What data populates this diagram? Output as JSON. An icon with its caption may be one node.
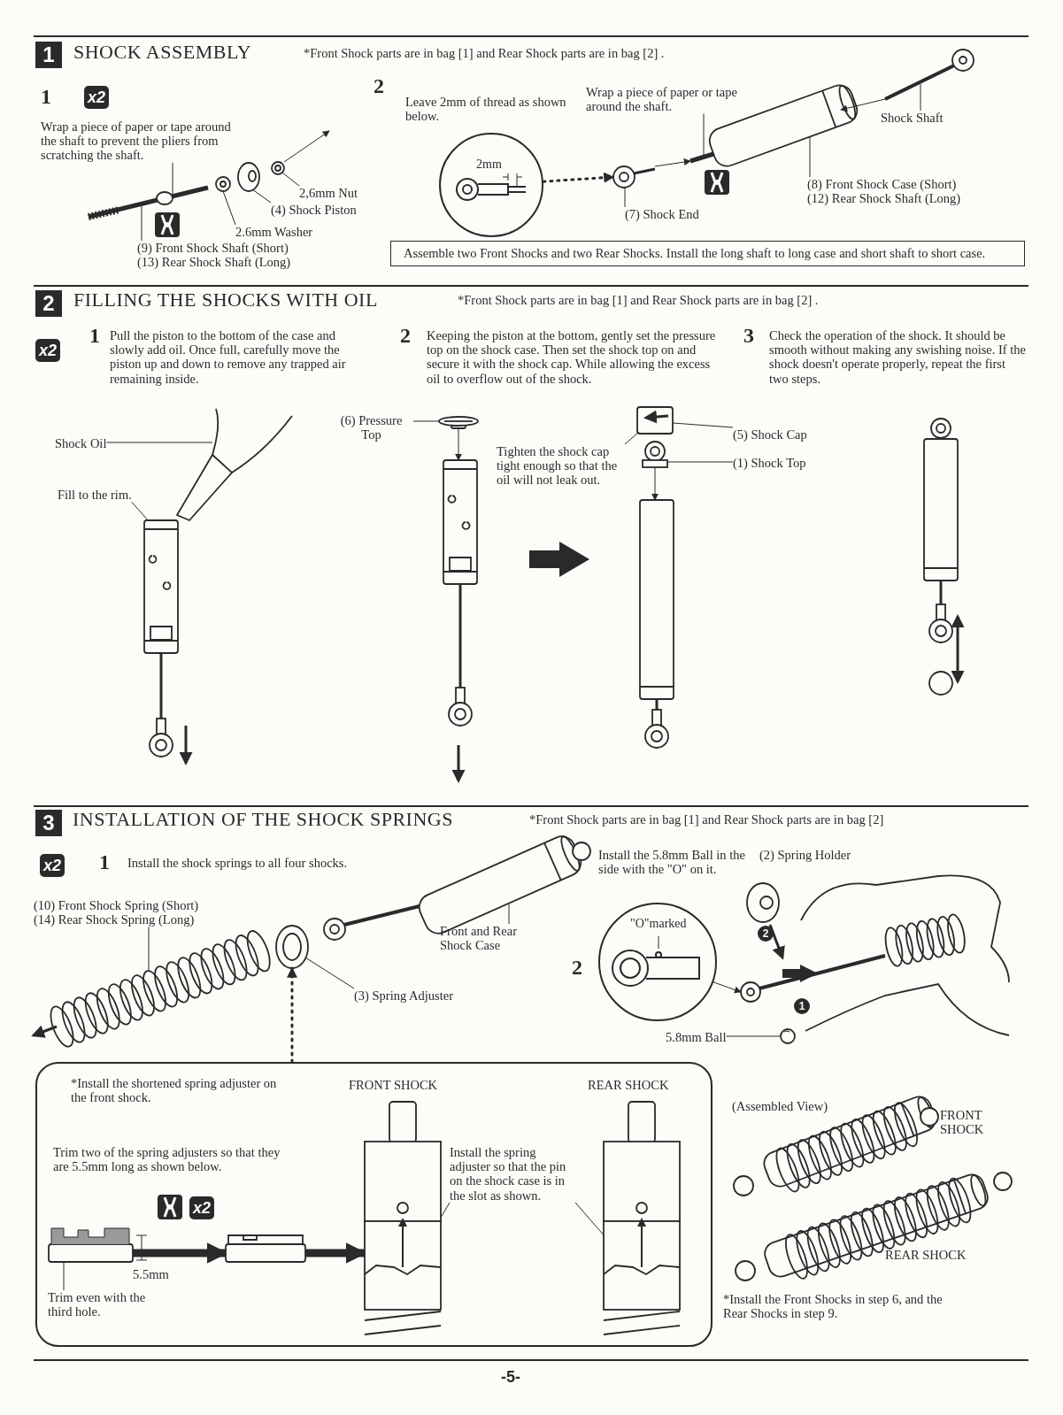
{
  "diagram": {
    "nodes": [
      {
        "text": [
          "1"
        ]
      },
      {
        "text": [
          "x2"
        ]
      },
      {
        "text": [
          "2,6mm Nut"
        ]
      },
      {
        "text": [
          "(4) Shock Piston"
        ]
      },
      {
        "text": [
          "2.6mm Washer"
        ]
      },
      {
        "text": [
          "(9) Front Shock Shaft (Short)",
          "(13) Rear Shock Shaft (Long)"
        ]
      },
      {
        "text": [
          "Wrap a piece of paper or tape around the shaft to prevent the pliers from scratching the shaft."
        ]
      },
      {
        "text": [
          "2mm"
        ]
      },
      {
        "text": [
          "Wrap a piece of paper or tape around the shaft."
        ]
      },
      {
        "text": [
          "Shock Shaft"
        ]
      },
      {
        "text": [
          "(8) Front Shock Case (Short)",
          "(12) Rear Shock Shaft (Long)"
        ]
      },
      {
        "text": [
          "(7) Shock End"
        ]
      },
      {
        "text": [
          "Assemble two Front Shocks and two Rear Shocks. Install the long shaft to long case and short shaft to short case."
        ]
      },
      {
        "text": [
          "2"
        ]
      },
      {
        "text": [
          "x2"
        ]
      },
      {
        "text": [
          "Shock Oil"
        ]
      },
      {
        "text": [
          "Fill to the rim."
        ]
      },
      {
        "text": [
          "(6) Pressure Top"
        ]
      },
      {
        "text": [
          "Tighten the shock cap tight enough so that the oil will not leak out."
        ]
      },
      {
        "text": [
          "(5) Shock Cap"
        ]
      },
      {
        "text": [
          "(1) Shock Top"
        ]
      },
      {
        "text": [
          "3"
        ]
      },
      {
        "text": [
          "x2"
        ]
      },
      {
        "text": [
          "(10) Front Shock Spring (Short)",
          "(14) Rear Shock Spring (Long)"
        ]
      },
      {
        "text": [
          "Front and Rear Shock Case"
        ]
      },
      {
        "text": [
          "(3) Spring Adjuster"
        ]
      },
      {
        "text": [
          "\"O\"marked"
        ]
      },
      {
        "text": [
          "5.8mm Ball"
        ]
      },
      {
        "text": [
          "*Install the shortened spring adjuster on the front shock.",
          "FRONT SHOCK",
          "REAR SHOCK",
          "Trim two of the spring adjusters so that they are 5.5mm long as shown below."
        ]
      },
      {
        "text": [
          "Trim even with the third hole."
        ],
        "in": 28
      },
      {
        "text": [
          "Install the spring adjuster so that the pin on the shock case is in the slot as shown."
        ],
        "in": 28
      },
      {
        "text": [
          "x2"
        ],
        "in": 28
      },
      {
        "text": [],
        "shape": "picture"
      },
      {
        "text": [],
        "shape": "picture"
      },
      {
        "text": [],
        "shape": "picture"
      },
      {
        "text": [],
        "shape": "picture"
      },
      {
        "text": [],
        "shape": "picture"
      },
      {
        "text": [],
        "shape": "picture"
      },
      {
        "text": [],
        "shape": "picture"
      },
      {
        "text": [],
        "shape": "picture"
      },
      {
        "text": [],
        "shape": "picture"
      },
      {
        "text": [],
        "shape": "picture"
      },
      {
        "text": [],
        "shape": "picture"
      },
      {
        "text": [],
        "shape": "picture"
      },
      {
        "text": [],
        "shape": "picture"
      },
      {
        "text": [],
        "shape": "picture"
      },
      {
        "text": [],
        "shape": "picture"
      },
      {
        "text": [],
        "shape": "picture"
      },
      {
        "text": [],
        "shape": "picture"
      },
      {
        "text": [],
        "shape": "picture",
        "in": 28
      },
      {
        "text": [],
        "shape": "picture",
        "in": 28
      },
      {
        "text": [],
        "shape": "picture",
        "in": 28
      },
      {
        "text": [],
        "shape": "picture"
      },
      {
        "text": [],
        "shape": "picture",
        "in": 28
      },
      {
        "text": [],
        "shape": "picture"
      }
    ],
    "edges": [
      {
        "from": 2,
        "to": 32,
        "arrow": "none"
      },
      {
        "from": 3,
        "to": 33,
        "arrow": "none"
      },
      {
        "from": 4,
        "to": 34,
        "arrow": "none"
      },
      {
        "from": 5,
        "to": 35,
        "arrow": "none"
      },
      {
        "from": 6,
        "to": 35,
        "arrow": "none"
      },
      {
        "from": 7,
        "to": 36,
        "arrow": "to",
        "style": "dashed"
      },
      {
        "from": 8,
        "to": 37,
        "arrow": "none"
      },
      {
        "from": 9,
        "to": 38,
        "arrow": "none"
      },
      {
        "from": 10,
        "to": 37,
        "arrow": "none"
      },
      {
        "from": 11,
        "to": 36,
        "arrow": "none"
      },
      {
        "from": 15,
        "to": 39,
        "arrow": "none"
      },
      {
        "from": 16,
        "to": 40,
        "arrow": "none"
      },
      {
        "from": 17,
        "to": 41,
        "arrow": "none"
      },
      {
        "from": 18,
        "to": 42,
        "arrow": "none"
      },
      {
        "from": 19,
        "to": 42,
        "arrow": "none"
      },
      {
        "from": 20,
        "to": 43,
        "arrow": "none"
      },
      {
        "from": 23,
        "to": 44,
        "arrow": "none"
      },
      {
        "from": 24,
        "to": 45,
        "arrow": "none"
      },
      {
        "from": 25,
        "to": 46,
        "arrow": "none"
      },
      {
        "from": 26,
        "to": 47,
        "arrow": "to"
      },
      {
        "from": 27,
        "to": 48,
        "arrow": "none"
      },
      {
        "from": 28,
        "to": 46,
        "arrow": "to",
        "style": "dashed"
      },
      {
        "from": 29,
        "to": 49,
        "arrow": "none"
      },
      {
        "from": 30,
        "to": 50,
        "arrow": "none"
      },
      {
        "from": 30,
        "to": 51,
        "arrow": "none"
      },
      {
        "from": 32,
        "to": null,
        "arrow": "to"
      },
      {
        "from": 36,
        "to": 37,
        "arrow": "to"
      },
      {
        "from": 38,
        "to": 37,
        "arrow": "to"
      },
      {
        "from": 41,
        "to": 52,
        "arrow": "to"
      },
      {
        "from": 43,
        "to": 54,
        "arrow": "to"
      },
      {
        "from": 49,
        "to": 53,
        "arrow": "to",
        "style": "thick"
      },
      {
        "from": 53,
        "to": 50,
        "arrow": "to",
        "style": "thick"
      }
    ],
    "labels": [
      "SHOCK ASSEMBLY",
      "*Front Shock parts are in bag [1] and Rear Shock parts are in bag [2] .",
      "1",
      "2",
      "Leave 2mm of thread as shown below.",
      "FILLING THE SHOCKS WITH OIL",
      "*Front Shock parts are in bag [1] and Rear Shock parts are in bag [2] .",
      "1",
      "Pull the piston to the bottom of the case and slowly add oil. Once full, carefully move the piston up and down to remove any trapped air remaining inside.",
      "2",
      "Keeping the piston at the bottom, gently set the pressure top on the shock case. Then set the shock top on and secure it with the shock cap. While allowing the excess oil to overflow out of the shock.",
      "3",
      "Check the operation of the shock. It should be smooth without making any swishing noise. If the shock doesn't operate properly, repeat the first two steps.",
      "INSTALLATION OF THE SHOCK SPRINGS",
      "*Front Shock parts are in bag [1] and Rear Shock parts are in bag [2]",
      "1",
      "Install the shock springs to all four shocks.",
      "Install the 5.8mm Ball in the side with the \"O\" on it.",
      "(2) Spring Holder",
      "2",
      "2",
      "1",
      "5.5mm",
      "(Assembled View)",
      "FRONT SHOCK",
      "REAR SHOCK",
      "*Install the Front Shocks in step 6, and the Rear Shocks in step 9.",
      "-5-"
    ]
  }
}
